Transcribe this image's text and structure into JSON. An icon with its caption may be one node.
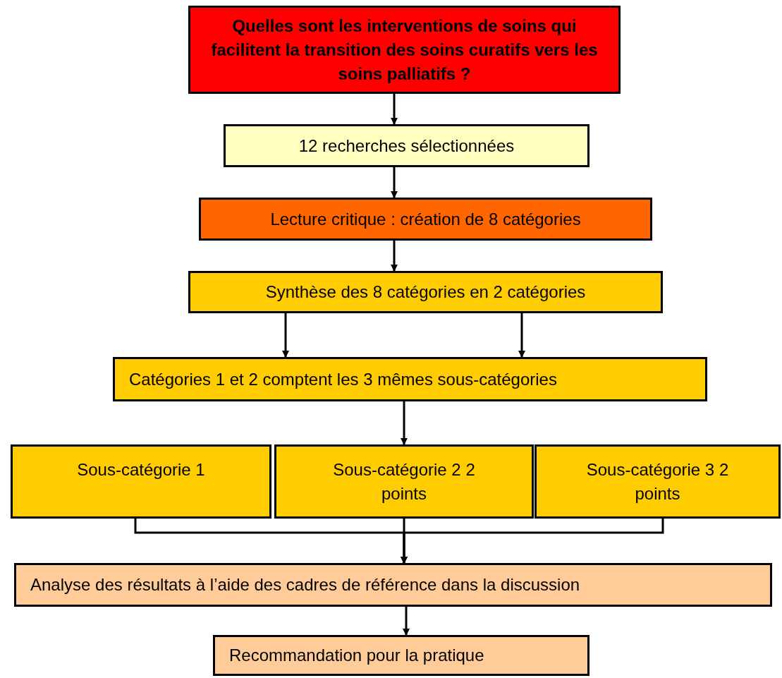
{
  "diagram": {
    "nodes": [
      {
        "text": [
          "Quelles sont les interventions de soins qui facilitent la transition des soins curatifs vers les soins palliatifs ?"
        ]
      },
      {
        "text": [
          "12 recherches sélectionnées"
        ]
      },
      {
        "text": [
          "Lecture critique : création de 8 catégories"
        ]
      },
      {
        "text": [
          "Synthèse des 8 catégories en 2 catégories"
        ]
      },
      {
        "text": [
          "Catégories 1 et 2 comptent les 3 mêmes sous-catégories"
        ]
      },
      {
        "text": [
          "Sous-catégorie 1"
        ]
      },
      {
        "text": [
          "Sous-catégorie 2 2 points"
        ]
      },
      {
        "text": [
          "Sous-catégorie 3 2 points"
        ]
      },
      {
        "text": [
          "Analyse des résultats à l’aide des cadres de référence dans la discussion"
        ]
      },
      {
        "text": [
          "Recommandation pour la pratique"
        ]
      }
    ],
    "edges": [
      {
        "from": 0,
        "to": 1,
        "arrow": "to"
      },
      {
        "from": 1,
        "to": 2,
        "arrow": "to"
      },
      {
        "from": 2,
        "to": 3,
        "arrow": "to"
      },
      {
        "from": 3,
        "to": 4,
        "arrow": "to"
      },
      {
        "from": 3,
        "to": 4,
        "arrow": "to"
      },
      {
        "from": 4,
        "to": 6,
        "arrow": "to"
      },
      {
        "from": 5,
        "to": 8,
        "arrow": "to"
      },
      {
        "from": 6,
        "to": 8,
        "arrow": "to"
      },
      {
        "from": 7,
        "to": 8,
        "arrow": "to"
      },
      {
        "from": 8,
        "to": 9,
        "arrow": "to"
      }
    ]
  }
}
